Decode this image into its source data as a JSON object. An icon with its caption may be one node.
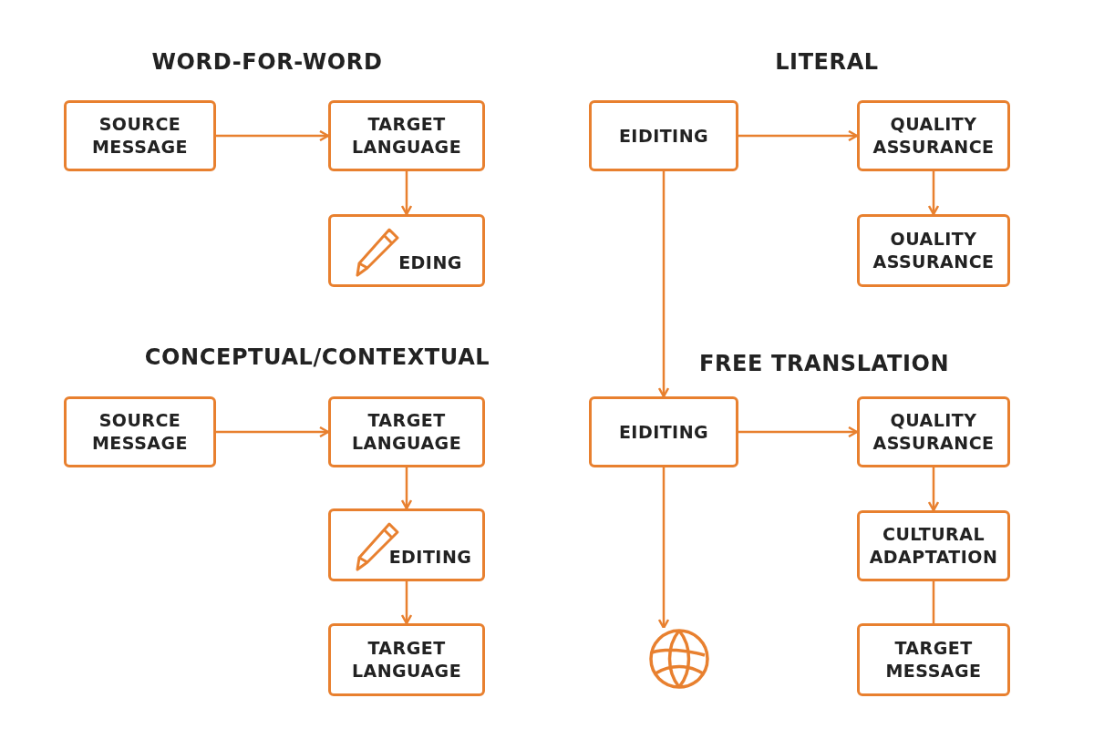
{
  "diagram": {
    "nodes": [
      {
        "text": [
          "SOURCE MESSAGE"
        ]
      },
      {
        "text": [
          "TARGET LANGUAGE"
        ]
      },
      {
        "text": [
          "EDING"
        ]
      },
      {
        "text": [
          "EIDITING"
        ]
      },
      {
        "text": [
          "QUALITY ASSURANCE"
        ]
      },
      {
        "text": [
          "OUALITY ASSURANCE"
        ]
      },
      {
        "text": [
          "SOURCE MESSAGE"
        ]
      },
      {
        "text": [
          "TARGET LANGUAGE"
        ]
      },
      {
        "text": [
          "EDITING"
        ]
      },
      {
        "text": [
          "TARGET LANGUAGE"
        ]
      },
      {
        "text": [
          "EIDITING"
        ]
      },
      {
        "text": [
          "QUALITY ASSURANCE"
        ]
      },
      {
        "text": [
          "CULTURAL ADAPTATION"
        ]
      },
      {
        "text": [
          "TARGET MESSAGE"
        ]
      },
      {
        "text": [],
        "shape": "picture"
      }
    ],
    "edges": [
      {
        "from": 0,
        "to": 1,
        "arrow": "to"
      },
      {
        "from": 1,
        "to": 2,
        "arrow": "to"
      },
      {
        "from": 3,
        "to": 4,
        "arrow": "to"
      },
      {
        "from": 4,
        "to": 5,
        "arrow": "to"
      },
      {
        "from": 3,
        "to": 10,
        "arrow": "to"
      },
      {
        "from": 6,
        "to": 7,
        "arrow": "to"
      },
      {
        "from": 7,
        "to": 8,
        "arrow": "to"
      },
      {
        "from": 8,
        "to": 9,
        "arrow": "to"
      },
      {
        "from": 10,
        "to": 11,
        "arrow": "to"
      },
      {
        "from": 10,
        "to": 14,
        "arrow": "to"
      },
      {
        "from": 11,
        "to": 12,
        "arrow": "to"
      },
      {
        "from": 12,
        "to": 13,
        "arrow": "none"
      }
    ],
    "labels": [
      "WORD-FOR-WORD",
      "LITERAL",
      "CONCEPTUAL/CONTEXTUAL",
      "FREE TRANSLATION"
    ]
  }
}
